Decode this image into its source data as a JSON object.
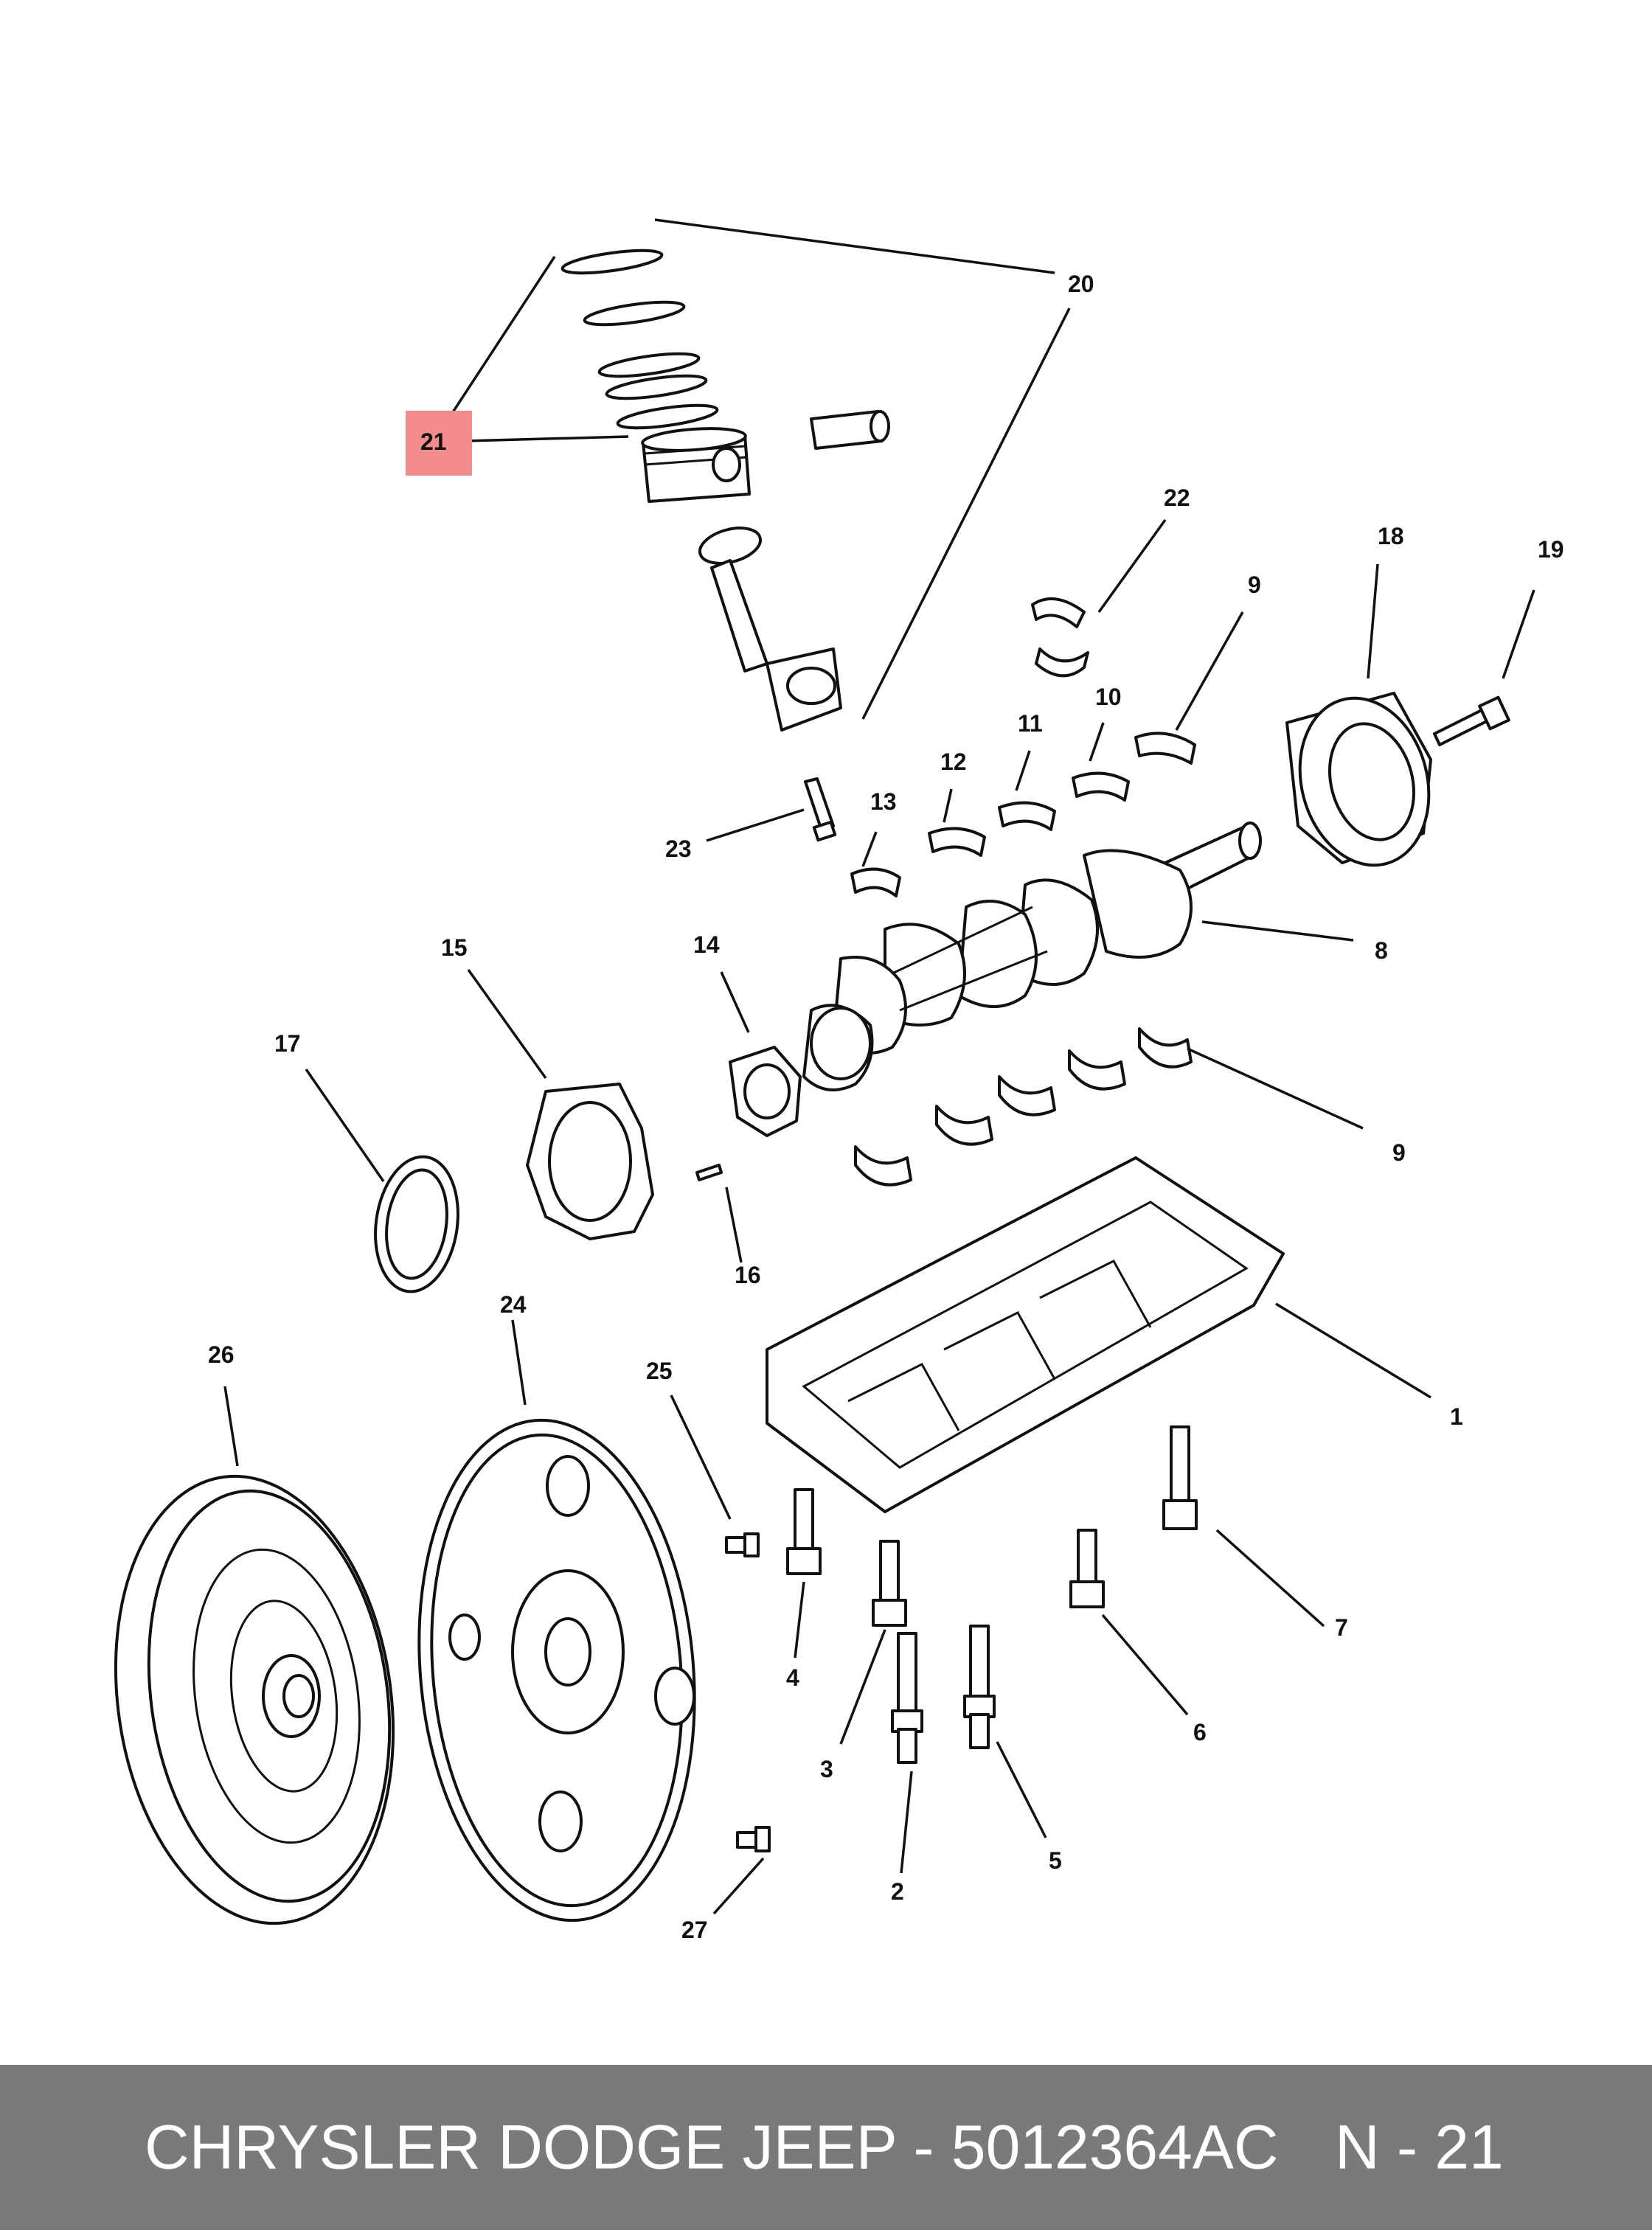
{
  "highlight_color": "#f28b8b",
  "footer_color": "#7a7a7a",
  "callouts": {
    "c1": "1",
    "c2": "2",
    "c3": "3",
    "c4": "4",
    "c5": "5",
    "c6": "6",
    "c7": "7",
    "c8": "8",
    "c9a": "9",
    "c9b": "9",
    "c10": "10",
    "c11": "11",
    "c12": "12",
    "c13": "13",
    "c14": "14",
    "c15": "15",
    "c16": "16",
    "c17": "17",
    "c18": "18",
    "c19": "19",
    "c20": "20",
    "c21": "21",
    "c22": "22",
    "c23": "23",
    "c24": "24",
    "c25": "25",
    "c26": "26",
    "c27": "27"
  },
  "footer": {
    "brand": "CHRYSLER DODGE JEEP - 5012364AC",
    "ref": "N - 21"
  }
}
